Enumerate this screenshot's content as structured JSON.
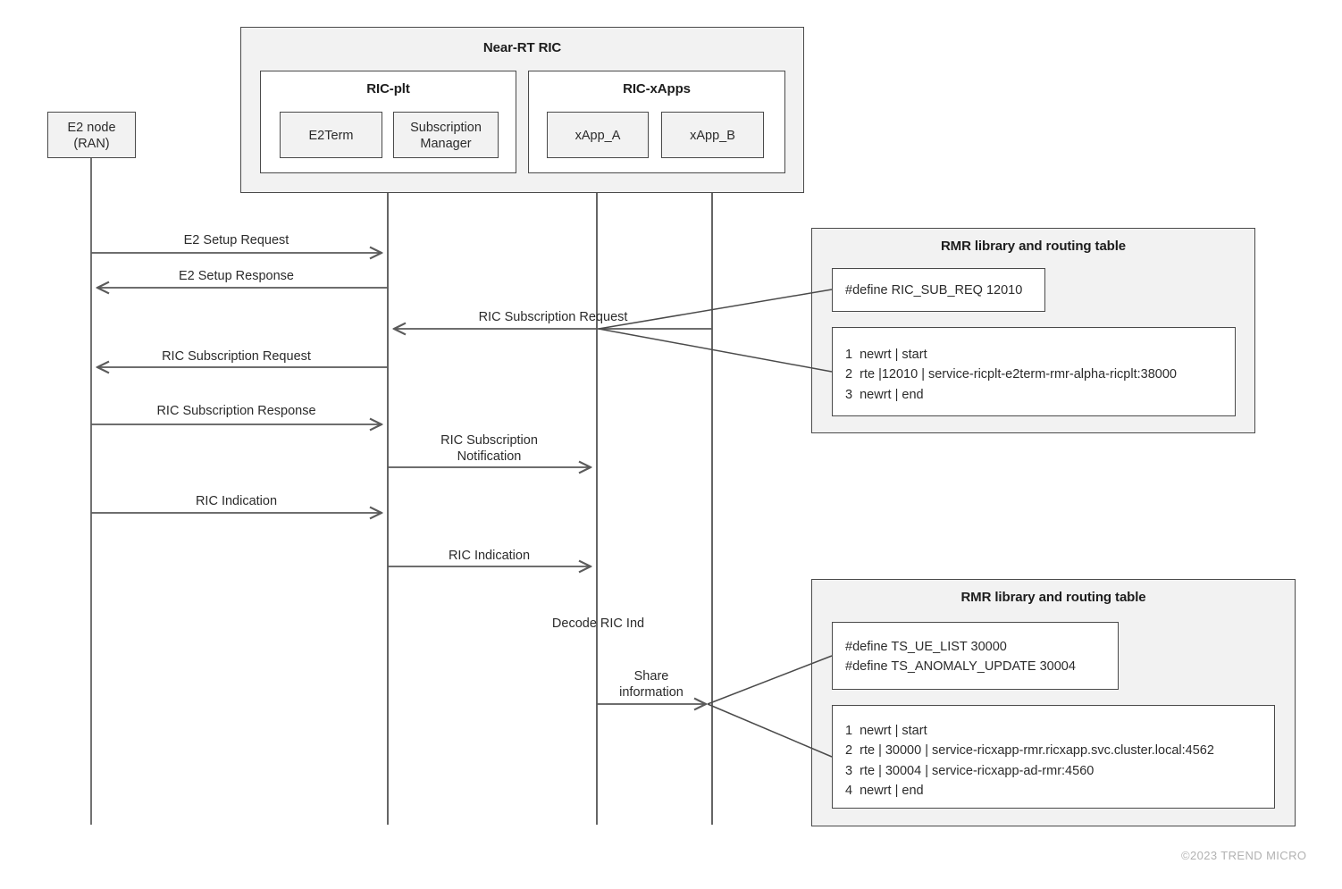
{
  "diagram": {
    "title_near_rt_ric": "Near-RT RIC",
    "groups": {
      "ric_plt": {
        "title": "RIC-plt",
        "components": [
          "E2Term",
          "Subscription\nManager"
        ]
      },
      "ric_xapps": {
        "title": "RIC-xApps",
        "components": [
          "xApp_A",
          "xApp_B"
        ]
      }
    },
    "actors": [
      {
        "name": "e2-node",
        "label": "E2 node\n(RAN)"
      }
    ],
    "messages": [
      {
        "id": "e2-setup-request",
        "label": "E2 Setup Request",
        "direction": "right"
      },
      {
        "id": "e2-setup-response",
        "label": "E2 Setup Response",
        "direction": "left"
      },
      {
        "id": "ric-subscription-request-xapp",
        "label": "RIC Subscription Request",
        "direction": "left"
      },
      {
        "id": "ric-subscription-request-e2",
        "label": "RIC Subscription Request",
        "direction": "left"
      },
      {
        "id": "ric-subscription-response",
        "label": "RIC Subscription Response",
        "direction": "right"
      },
      {
        "id": "ric-subscription-notification",
        "label": "RIC Subscription\nNotification",
        "direction": "right"
      },
      {
        "id": "ric-indication-e2",
        "label": "RIC Indication",
        "direction": "right"
      },
      {
        "id": "ric-indication-xapp",
        "label": "RIC Indication",
        "direction": "right"
      },
      {
        "id": "decode-ric-ind",
        "label": "Decode RIC Ind",
        "direction": "none"
      },
      {
        "id": "share-information",
        "label": "Share\ninformation",
        "direction": "right"
      }
    ],
    "rmr_panels": [
      {
        "id": "rmr-panel-top",
        "title": "RMR library and routing table",
        "defines": [
          "#define RIC_SUB_REQ 12010"
        ],
        "routing_table": [
          "1  newrt | start",
          "2  rte |12010 | service-ricplt-e2term-rmr-alpha-ricplt:38000",
          "3  newrt | end"
        ]
      },
      {
        "id": "rmr-panel-bottom",
        "title": "RMR library and routing table",
        "defines": [
          "#define TS_UE_LIST 30000",
          "#define TS_ANOMALY_UPDATE 30004"
        ],
        "routing_table": [
          "1  newrt | start",
          "2  rte | 30000 | service-ricxapp-rmr.ricxapp.svc.cluster.local:4562",
          "3  rte | 30004 | service-ricxapp-ad-rmr:4560",
          "4  newrt | end"
        ]
      }
    ],
    "footer": "©2023 TREND MICRO",
    "colors": {
      "stroke": "#4a4a4a",
      "arrow": "#5a5a5a",
      "panel_fill": "#f2f2f2",
      "text": "#2b2b2b",
      "footer_text": "#b2b2b2"
    }
  }
}
